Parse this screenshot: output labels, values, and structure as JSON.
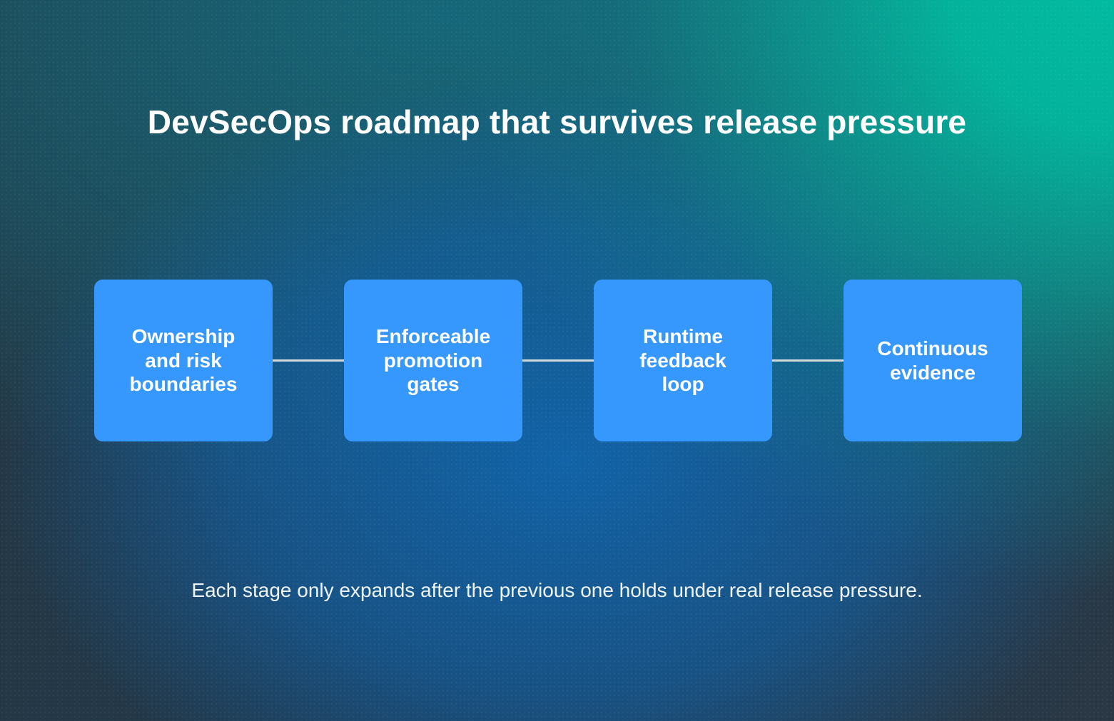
{
  "title": "DevSecOps roadmap that survives release pressure",
  "caption": "Each stage only expands after the previous one holds under real release pressure.",
  "stages": [
    {
      "label": "Ownership and risk boundaries"
    },
    {
      "label": "Enforceable promotion gates"
    },
    {
      "label": "Runtime feedback loop"
    },
    {
      "label": "Continuous evidence"
    }
  ],
  "colors": {
    "stage_fill": "#3697fc",
    "stage_text": "#ffffff",
    "title_text": "#ffffff",
    "caption_text": "#eef4f6",
    "connector": "#d3dadd",
    "background_base": "#2a3845",
    "background_teal_glow": "#02bca1",
    "background_blue_glow": "#1165ac"
  }
}
